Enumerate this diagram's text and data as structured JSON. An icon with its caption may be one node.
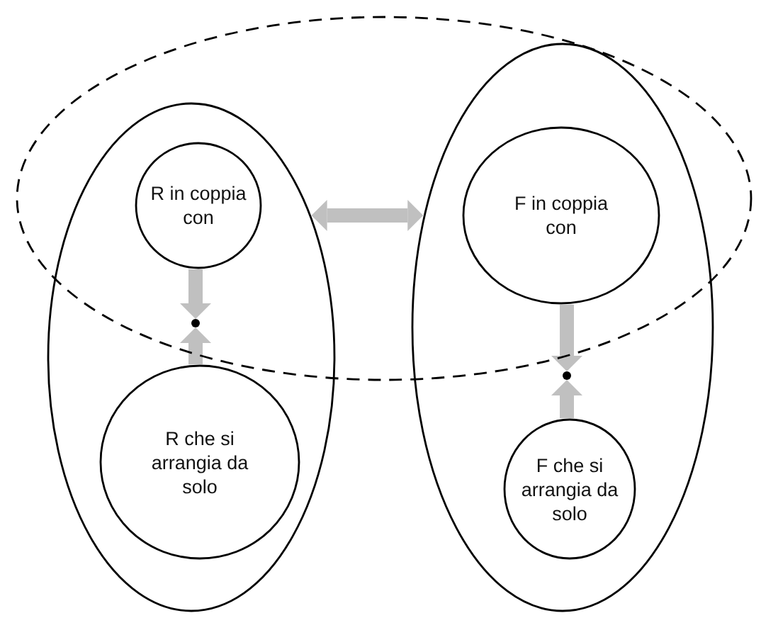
{
  "diagram": {
    "nodes": [
      {
        "text": [],
        "shape": "ellipse"
      },
      {
        "text": [
          "R in coppia con"
        ],
        "in": 0
      },
      {
        "text": [],
        "shape": "circle",
        "in": 0
      },
      {
        "text": [
          "R che si arrangia da solo"
        ],
        "in": 0
      },
      {
        "text": [],
        "shape": "ellipse"
      },
      {
        "text": [
          "F in coppia con"
        ],
        "in": 4
      },
      {
        "text": [],
        "shape": "circle",
        "in": 4
      },
      {
        "text": [
          "F che si arrangia da solo"
        ],
        "in": 4
      }
    ],
    "edges": [
      {
        "from": 1,
        "to": 2,
        "arrow": "to"
      },
      {
        "from": 3,
        "to": 2,
        "arrow": "to"
      },
      {
        "from": 5,
        "to": 6,
        "arrow": "to"
      },
      {
        "from": 7,
        "to": 6,
        "arrow": "to"
      },
      {
        "from": 0,
        "to": 4,
        "arrow": "both"
      }
    ]
  }
}
